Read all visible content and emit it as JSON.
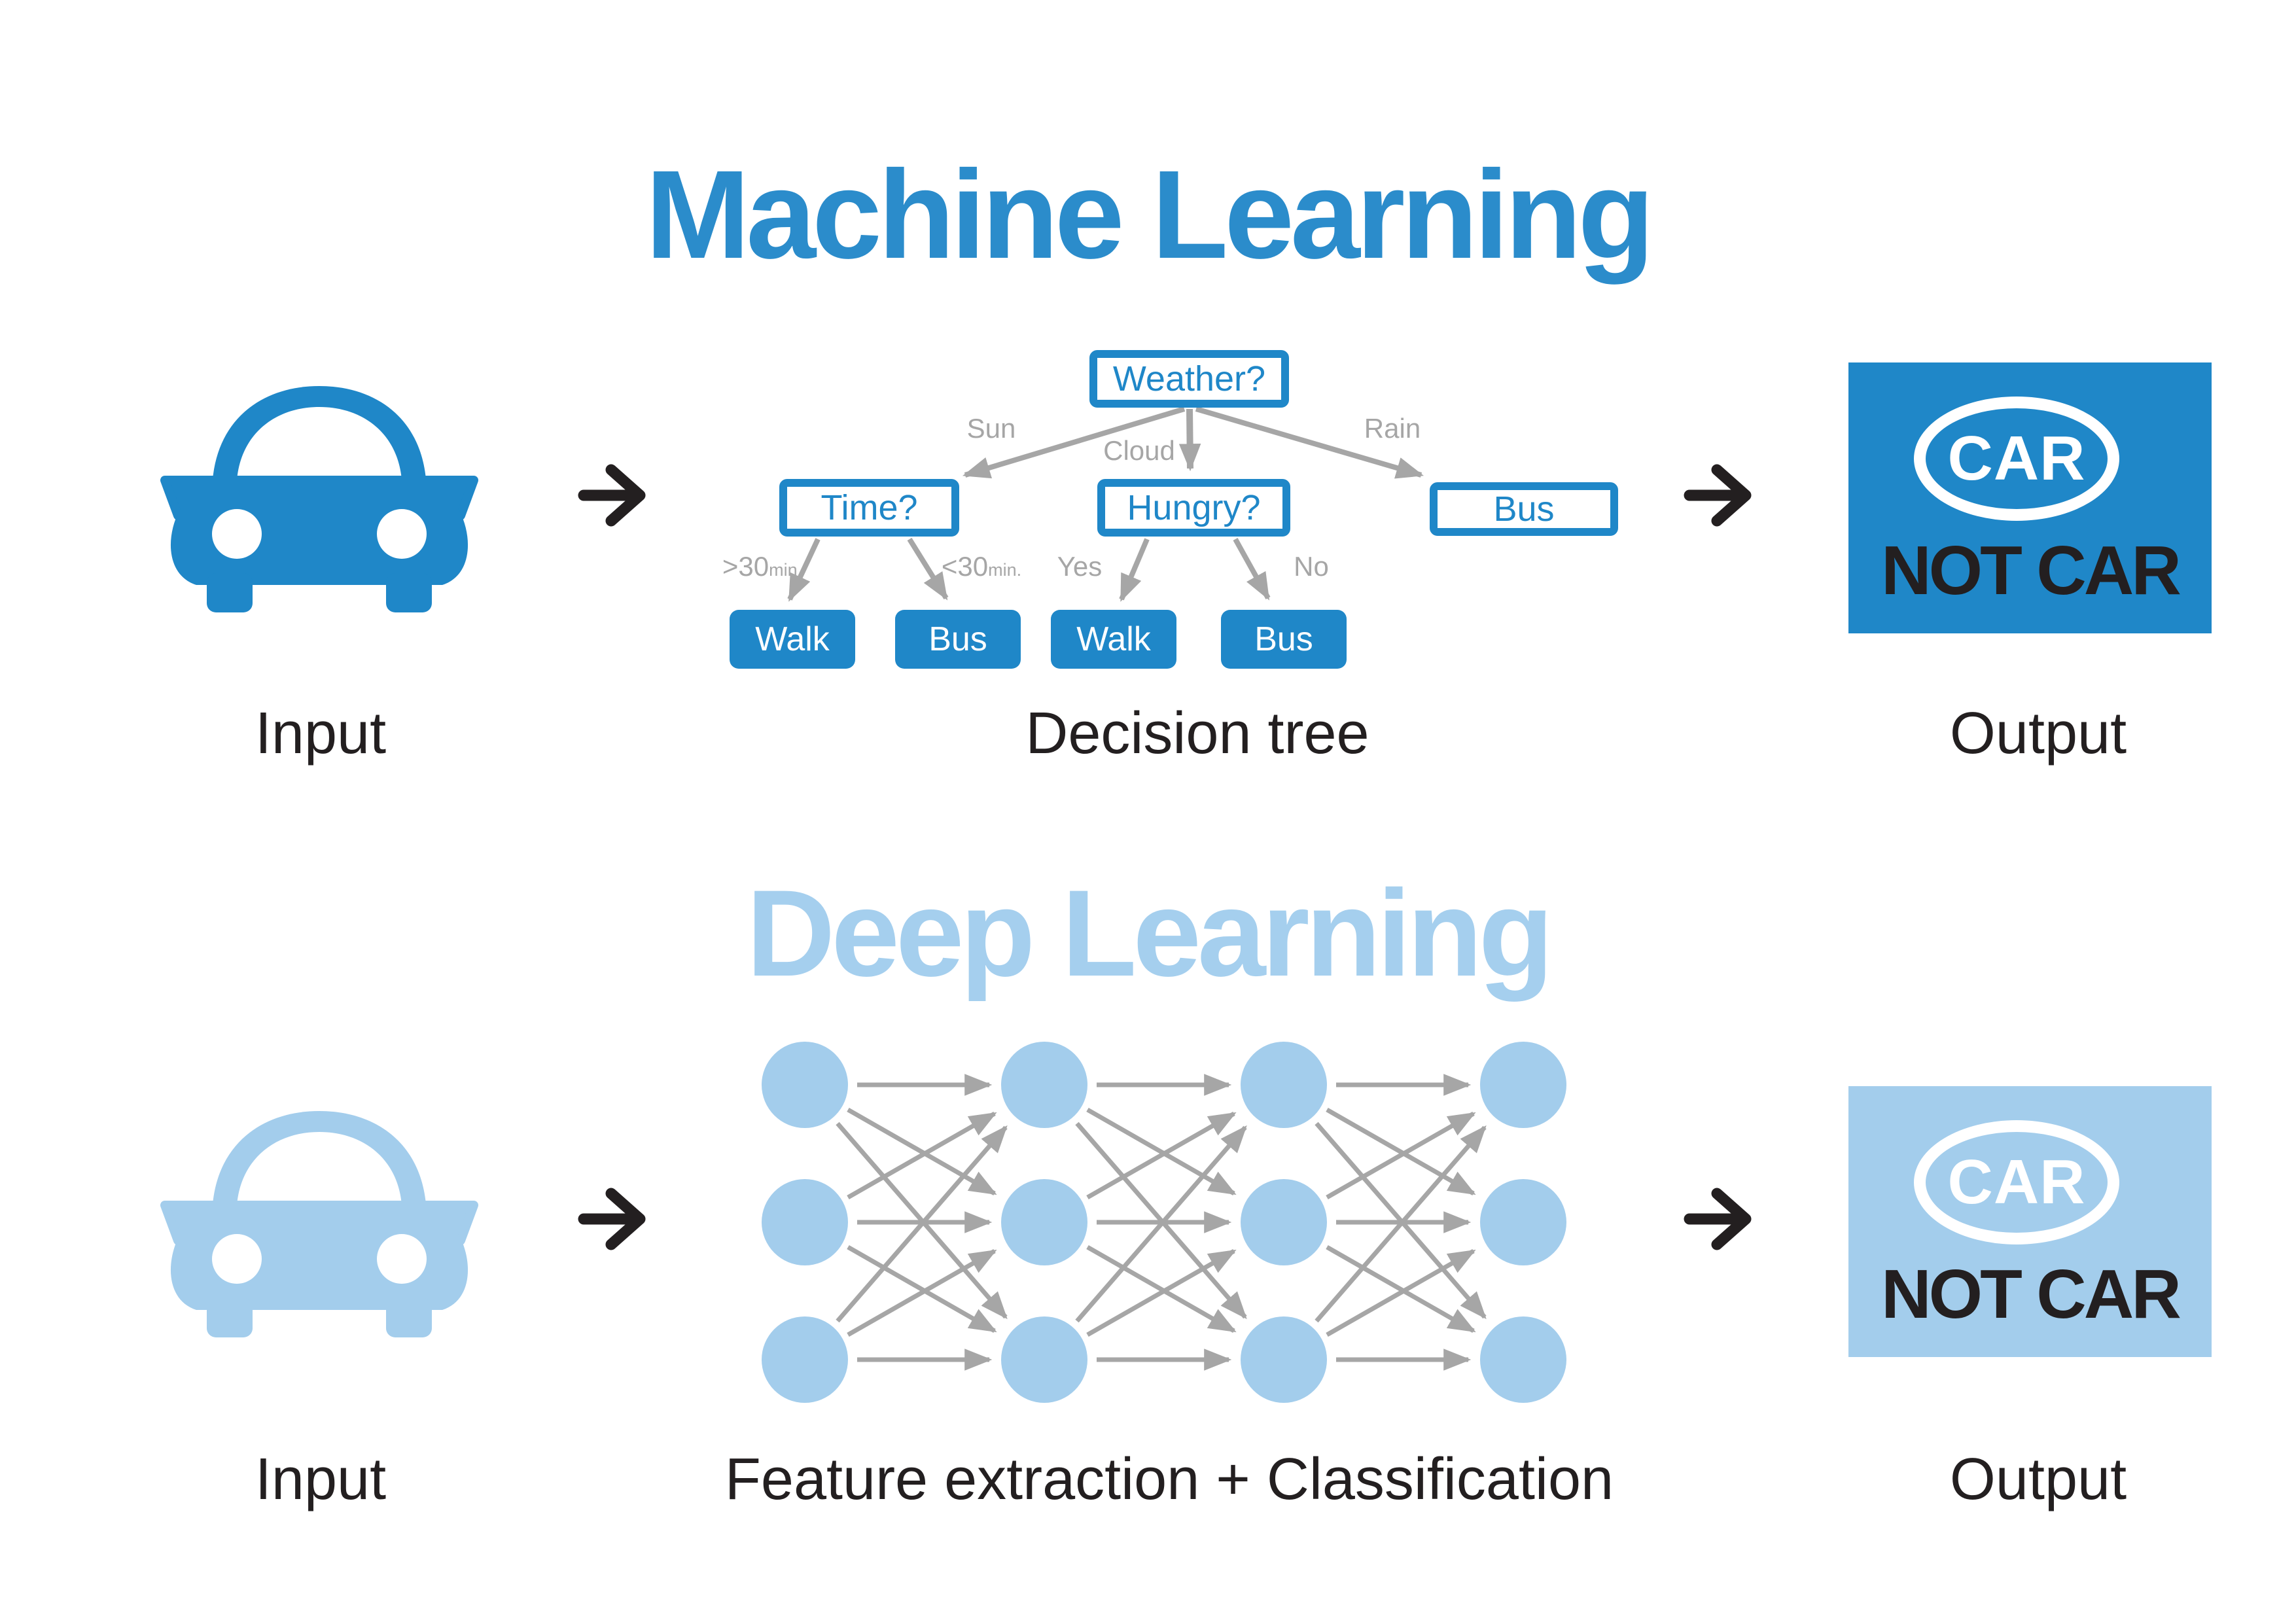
{
  "colors": {
    "primary_blue": "#1f87c8",
    "title_blue": "#2b8ccb",
    "light_blue": "#a3cdec",
    "light_title_blue": "#a5cfee",
    "edge_gray": "#a6a6a6",
    "text_dark": "#231f20"
  },
  "machine_learning": {
    "title": "Machine Learning",
    "input_label": "Input",
    "diagram_label": "Decision tree",
    "output_label": "Output",
    "decision_tree": {
      "root": {
        "label": "Weather?"
      },
      "branch_labels": {
        "left": "Sun",
        "middle": "Cloud",
        "right": "Rain"
      },
      "level2": {
        "left": {
          "label": "Time?"
        },
        "middle": {
          "label": "Hungry?"
        },
        "right": {
          "label": "Bus"
        }
      },
      "leaf_edge_labels": [
        {
          "main": ">30",
          "sub": "min."
        },
        {
          "main": "<30",
          "sub": "min."
        },
        {
          "main": "Yes",
          "sub": ""
        },
        {
          "main": "No",
          "sub": ""
        }
      ],
      "leaves": [
        "Walk",
        "Bus",
        "Walk",
        "Bus"
      ]
    },
    "output_box": {
      "badge": "CAR",
      "caption": "NOT CAR"
    }
  },
  "deep_learning": {
    "title": "Deep Learning",
    "input_label": "Input",
    "diagram_label": "Feature extraction + Classification",
    "output_label": "Output",
    "network": {
      "layers": 4,
      "nodes_per_layer": 3
    },
    "output_box": {
      "badge": "CAR",
      "caption": "NOT CAR"
    }
  }
}
